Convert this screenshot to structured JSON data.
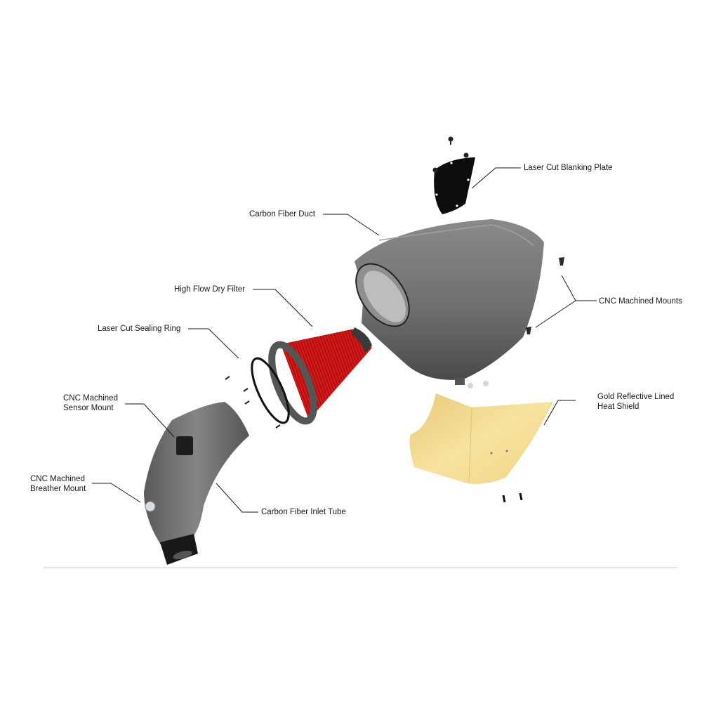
{
  "diagram": {
    "type": "exploded-view",
    "colors": {
      "background": "#ffffff",
      "carbon_part": "#6e6e6e",
      "carbon_dark": "#4a4a4a",
      "filter_red": "#d81818",
      "filter_rubber": "#3a3a3a",
      "heat_shield_gold": "#f2d98a",
      "hardware_black": "#1c1c1c",
      "leader_line": "#1a1a1a",
      "ground_line": "#cccccc"
    },
    "labels": {
      "blanking_plate": "Laser Cut Blanking Plate",
      "duct": "Carbon Fiber Duct",
      "mounts": "CNC Machined Mounts",
      "filter": "High Flow Dry Filter",
      "sealing_ring": "Laser Cut Sealing Ring",
      "sensor_mount_l1": "CNC Machined",
      "sensor_mount_l2": "Sensor Mount",
      "heat_shield_l1": "Gold Reflective Lined",
      "heat_shield_l2": "Heat Shield",
      "breather_mount_l1": "CNC Machined",
      "breather_mount_l2": "Breather Mount",
      "inlet_tube": "Carbon Fiber Inlet Tube"
    }
  }
}
